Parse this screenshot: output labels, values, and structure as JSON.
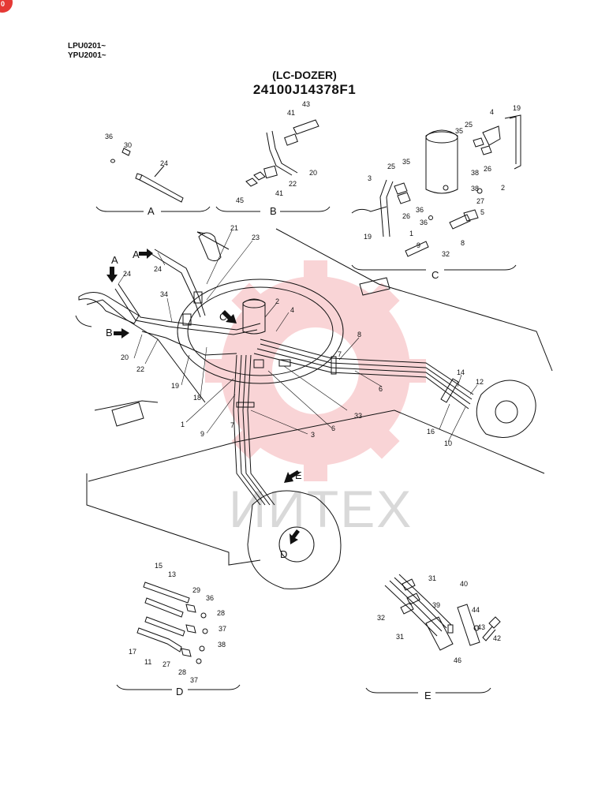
{
  "header": {
    "serial_1": "LPU0201~",
    "serial_2": "YPU2001~",
    "subtitle": "(LC-DOZER)",
    "part_number": "24100J14378F1"
  },
  "badge": {
    "text": "0",
    "color": "#e53935"
  },
  "watermark": {
    "text": "ИИТЕХ",
    "color": "#e8404a"
  },
  "sections": {
    "A": "A",
    "B": "B",
    "C": "C",
    "D": "D",
    "E": "E"
  },
  "main_arrows": {
    "A1": "A",
    "A2": "A",
    "B": "B",
    "C": "C",
    "D": "D",
    "E": "E"
  },
  "labels": {
    "a_36": "36",
    "a_30": "30",
    "a_24": "24",
    "b_43": "43",
    "b_41a": "41",
    "b_20": "20",
    "b_22": "22",
    "b_41b": "41",
    "b_45": "45",
    "c_19a": "19",
    "c_4": "4",
    "c_25a": "25",
    "c_35a": "35",
    "c_38a": "38",
    "c_26a": "26",
    "c_2": "2",
    "c_3": "3",
    "c_25b": "25",
    "c_35b": "35",
    "c_38b": "38",
    "c_27": "27",
    "c_26b": "26",
    "c_36a": "36",
    "c_5": "5",
    "c_19b": "19",
    "c_1": "1",
    "c_36b": "36",
    "c_8": "8",
    "c_9": "9",
    "c_32": "32",
    "m_21": "21",
    "m_23": "23",
    "m_24a": "24",
    "m_24b": "24",
    "m_34": "34",
    "m_2": "2",
    "m_4": "4",
    "m_20": "20",
    "m_22": "22",
    "m_19": "19",
    "m_18": "18",
    "m_1": "1",
    "m_9": "9",
    "m_7a": "7",
    "m_8": "8",
    "m_7b": "7",
    "m_6a": "6",
    "m_33": "33",
    "m_6b": "6",
    "m_3": "3",
    "m_14": "14",
    "m_12": "12",
    "m_16": "16",
    "m_10": "10",
    "d_15": "15",
    "d_13": "13",
    "d_29": "29",
    "d_36": "36",
    "d_28a": "28",
    "d_37a": "37",
    "d_38": "38",
    "d_17": "17",
    "d_11": "11",
    "d_27": "27",
    "d_28b": "28",
    "d_37b": "37",
    "e_31a": "31",
    "e_40": "40",
    "e_32": "32",
    "e_39": "39",
    "e_44": "44",
    "e_43": "43",
    "e_31b": "31",
    "e_46": "46",
    "e_42": "42"
  }
}
